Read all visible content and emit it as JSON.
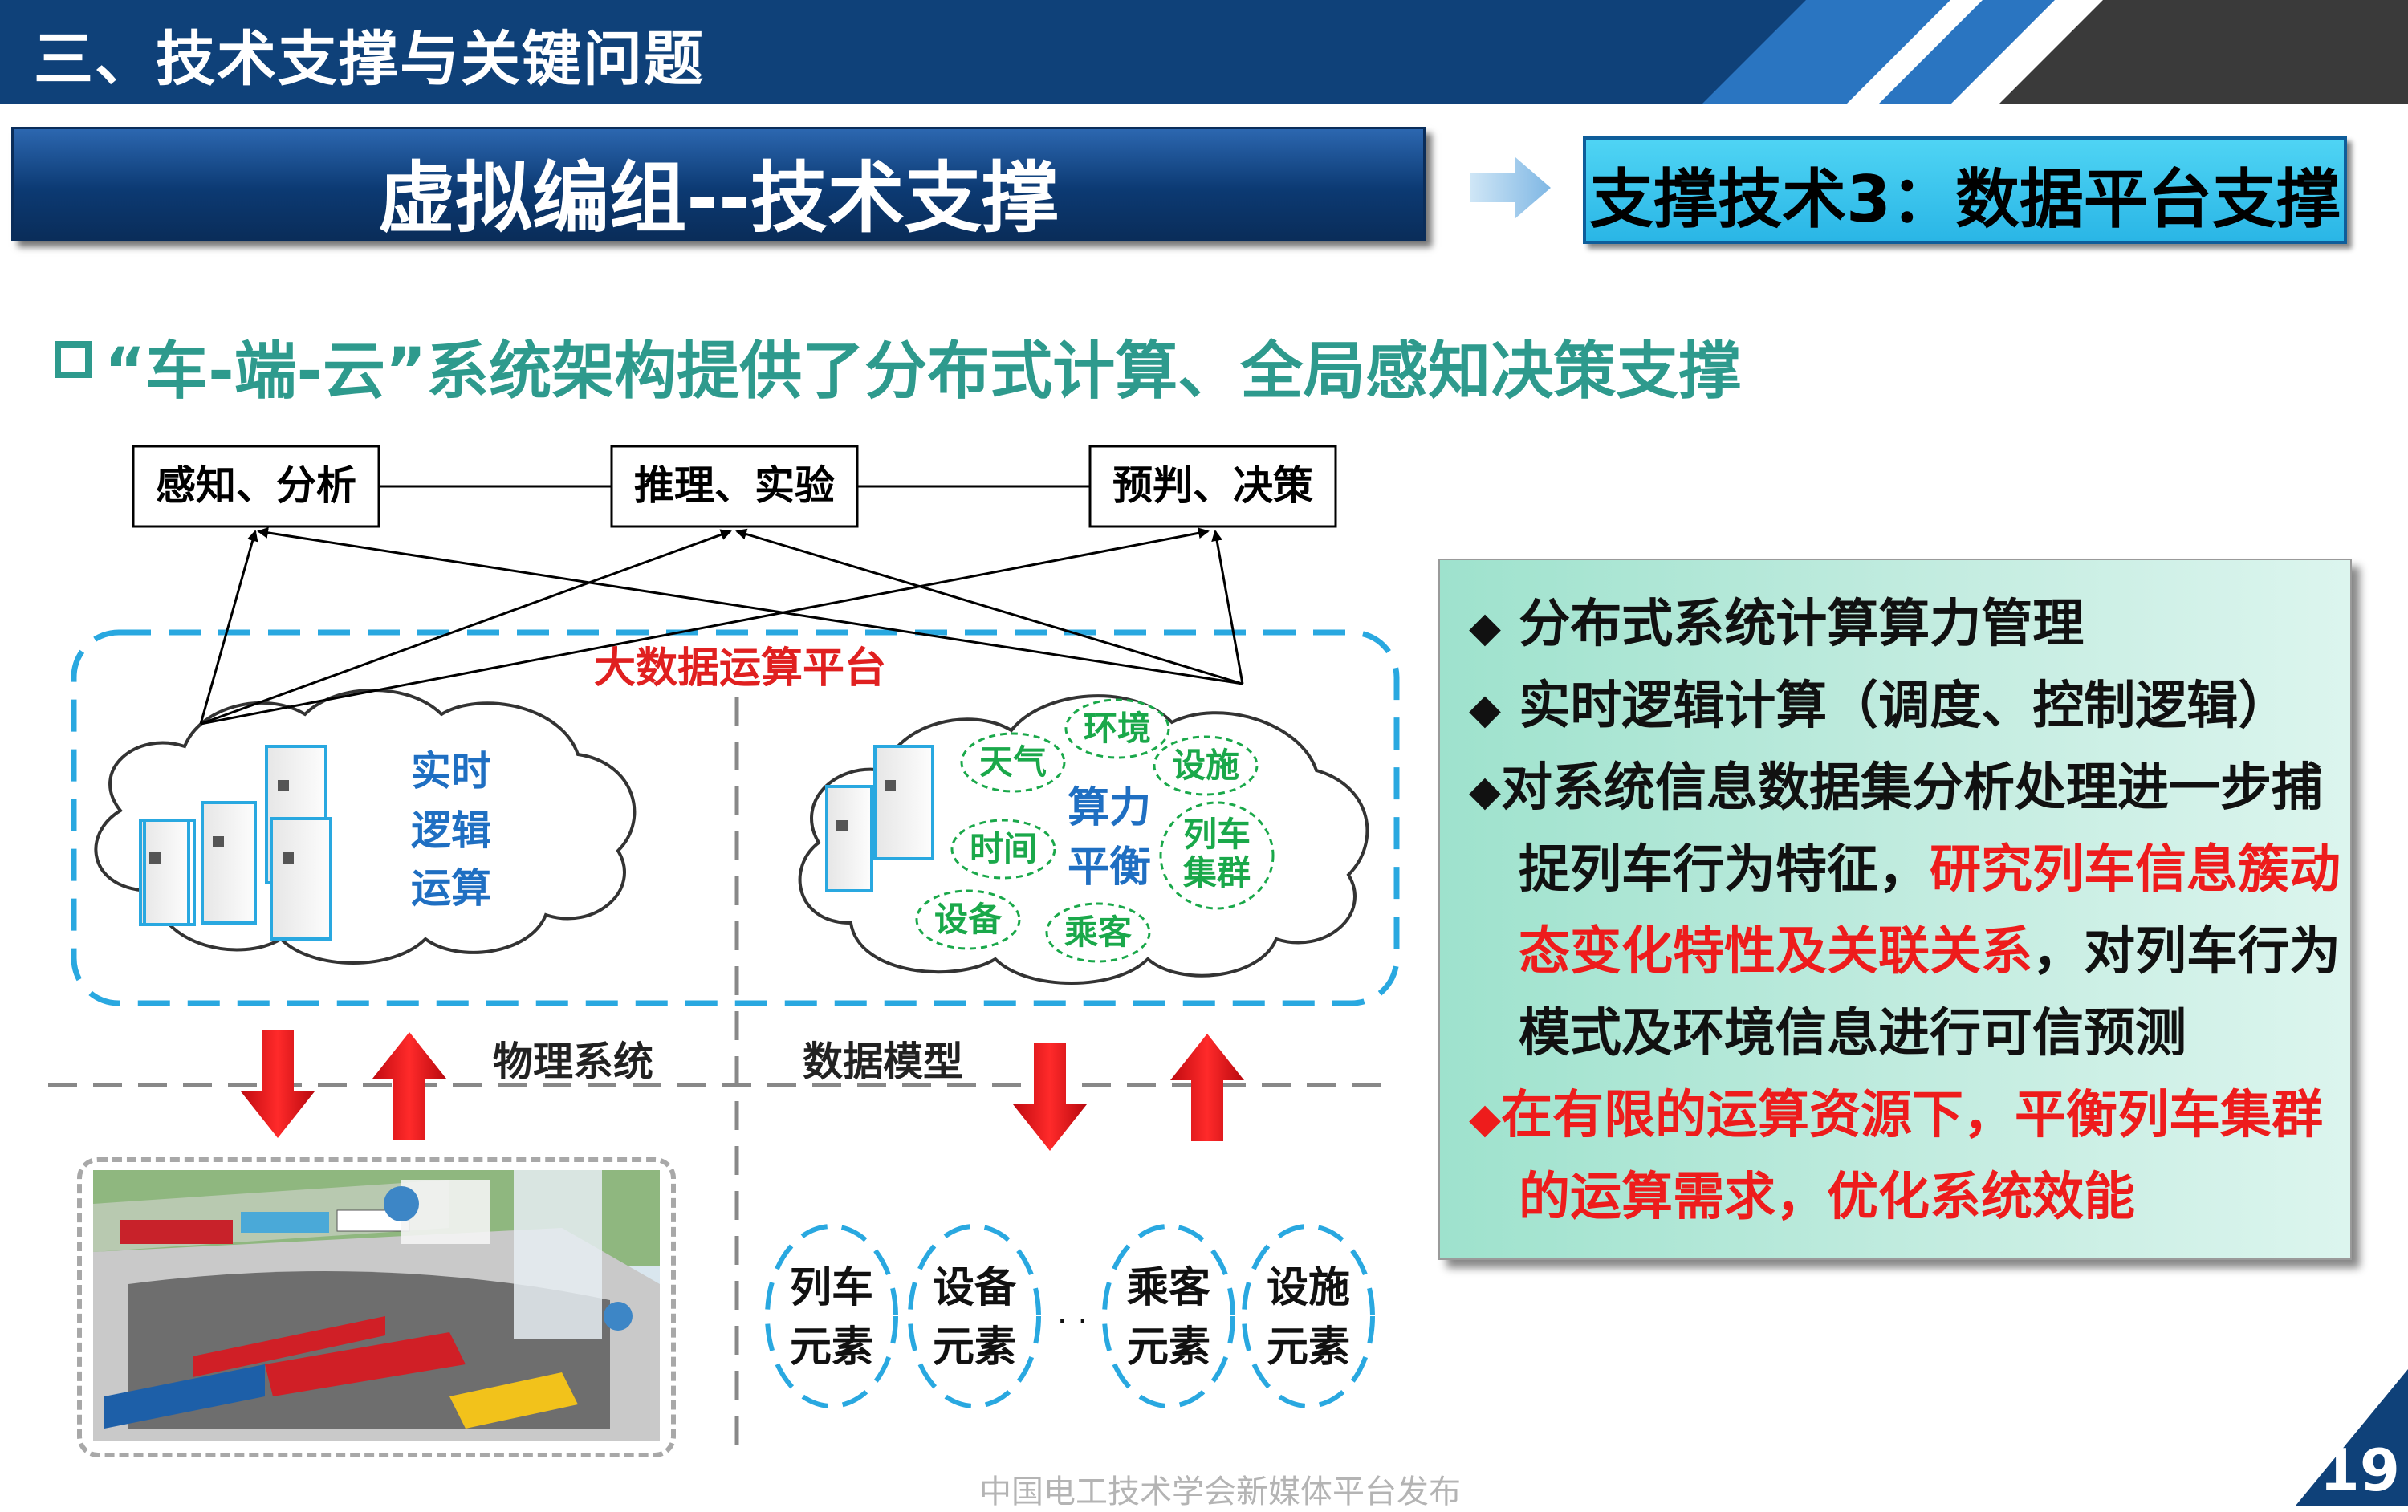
{
  "header": {
    "section_title": "三、技术支撑与关键问题",
    "bar_color": "#0f4179",
    "stripe_colors": [
      "#2a75c1",
      "#ffffff",
      "#3a3a3a"
    ]
  },
  "subtitle": "虚拟编组--技术支撑",
  "arrow_icon": "right-arrow-icon",
  "tech_label": "支撑技术3：数据平台支撑",
  "bullet_heading": "“车-端-云”系统架构提供了分布式计算、全局感知决策支撑",
  "diagram": {
    "top_boxes": [
      "感知、分析",
      "推理、实验",
      "预判、决策"
    ],
    "platform_label": "大数据运算平台",
    "left_cloud_text": [
      "实时",
      "逻辑",
      "运算"
    ],
    "right_cloud_center": [
      "算力",
      "平衡"
    ],
    "right_cloud_tags": [
      "天气",
      "环境",
      "设施",
      "时间",
      "列车",
      "集群",
      "设备",
      "乘客"
    ],
    "physical_label": "物理系统",
    "model_label": "数据模型",
    "elements": [
      {
        "line1": "列车",
        "line2": "元素"
      },
      {
        "line1": "设备",
        "line2": "元素"
      },
      {
        "line1": "乘客",
        "line2": "元素"
      },
      {
        "line1": "设施",
        "line2": "元素"
      }
    ],
    "ellipsis": "· ·",
    "colors": {
      "dash_blue": "#29a8e0",
      "text_blue": "#1f6fc2",
      "tag_green": "#1aa84a",
      "arrow_red": "#e8141b",
      "platform_red": "#e02020"
    }
  },
  "info": {
    "l1": "分布式系统计算算力管理",
    "l2": "实时逻辑计算（调度、控制逻辑）",
    "l3": "对系统信息数据集分析处理进一步捕",
    "l4a": "捉列车行为特征，",
    "l4b": "研究列车信息簇动",
    "l5a": "态变化特性及关联关系",
    "l5b": "，对列车行为",
    "l6": "模式及环境信息进行可信预测",
    "l7": "在有限的运算资源下，平衡列车集群",
    "l8": "的运算需求，优化系统效能",
    "diamond": "◆"
  },
  "footer": "中国电工技术学会新媒体平台发布",
  "page_number": "19"
}
